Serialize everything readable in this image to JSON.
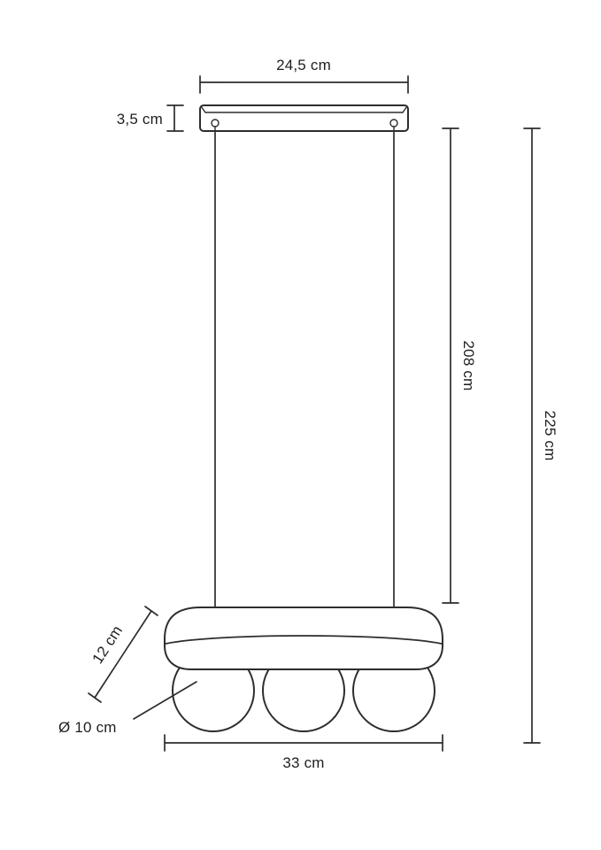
{
  "figure": {
    "background": "#ffffff",
    "line_color": "#2d2d2d",
    "text_color": "#1e1e1e"
  },
  "labels": {
    "canopy_width": "24,5 cm",
    "canopy_height": "3,5 cm",
    "cord_drop": "208 cm",
    "total_height": "225 cm",
    "shade_depth": "12 cm",
    "bulb_diameter": "Ø 10 cm",
    "shade_width": "33 cm"
  }
}
